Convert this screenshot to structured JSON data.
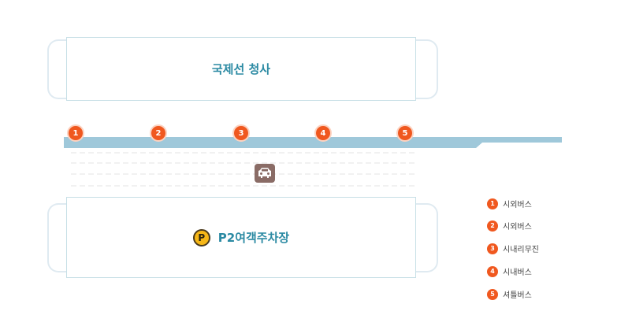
{
  "terminal": {
    "label": "국제선 청사"
  },
  "parking": {
    "label": "P2여객주차장",
    "icon_letter": "P",
    "icon": "parking-icon"
  },
  "stops": [
    "1",
    "2",
    "3",
    "4",
    "5"
  ],
  "car_icon": "car-icon",
  "legend": [
    {
      "num": "1",
      "label": "시외버스"
    },
    {
      "num": "2",
      "label": "시외버스"
    },
    {
      "num": "3",
      "label": "시내리무진"
    },
    {
      "num": "4",
      "label": "시내버스"
    },
    {
      "num": "5",
      "label": "셔틀버스"
    }
  ],
  "colors": {
    "stop_orange": "#f0581f",
    "road_blue": "#9fc8da",
    "title_teal": "#2b8aa3",
    "parking_yellow": "#f6b717",
    "car_brown": "#8a6c66"
  }
}
